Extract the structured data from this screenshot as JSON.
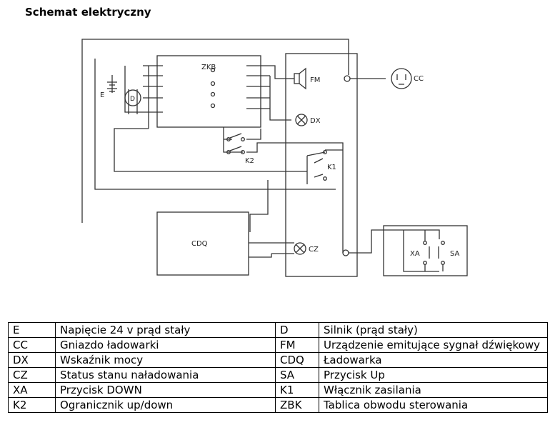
{
  "title": "Schemat elektryczny",
  "diagram": {
    "zbk_label": "ZKB",
    "cdq_label": "CDQ",
    "e_label": "E",
    "d_label": "D",
    "fm_label": "FM",
    "dx_label": "DX",
    "cz_label": "CZ",
    "cc_label": "CC",
    "k1_label": "K1",
    "k2_label": "K2",
    "xa_label": "XA",
    "sa_label": "SA"
  },
  "legend": [
    [
      "E",
      "Napięcie 24 v prąd stały",
      "D",
      "Silnik (prąd stały)"
    ],
    [
      "CC",
      "Gniazdo ładowarki",
      "FM",
      "Urządzenie emitujące sygnał dźwiękowy"
    ],
    [
      "DX",
      "Wskaźnik mocy",
      "CDQ",
      "Ładowarka"
    ],
    [
      "CZ",
      "Status stanu naładowania",
      "SA",
      "Przycisk Up"
    ],
    [
      "XA",
      "Przycisk DOWN",
      "K1",
      "Włącznik zasilania"
    ],
    [
      "K2",
      "Ogranicznik up/down",
      "ZBK",
      "Tablica obwodu sterowania"
    ]
  ]
}
